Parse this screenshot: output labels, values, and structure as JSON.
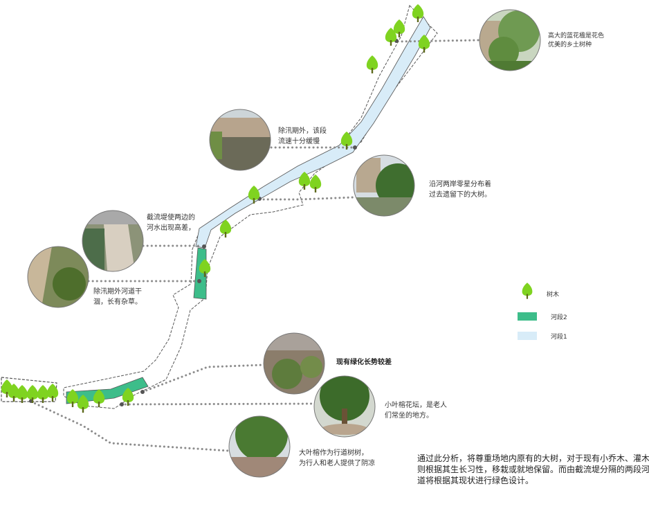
{
  "colors": {
    "river_section_1": "#d8ecf8",
    "river_section_2": "#3dbd8a",
    "tree": "#7fd320",
    "leader_line": "#8c8c8c",
    "boundary": "#555555"
  },
  "icons": {
    "tree": "tree-icon"
  },
  "legend": {
    "tree_label": "树木",
    "section2_label": "河段2",
    "section1_label": "河段1"
  },
  "callouts": {
    "top_right": {
      "line1": "高大的蓝花楹是花色",
      "line2": "优美的乡土树种"
    },
    "slow_flow": {
      "line1": "除汛期外，该段",
      "line2": "流速十分缓慢"
    },
    "old_trees": {
      "line1": "沿河两岸零星分布着",
      "line2": "过去遗留下的大树。"
    },
    "weir": {
      "line1": "截流堤使两边的",
      "line2": "河水出现高差，"
    },
    "dry_bed": {
      "line1": "除汛期外河道干",
      "line2": "涸，长有杂草。"
    },
    "poor_green": {
      "line1": "现有绿化长势较差"
    },
    "banyan_bed": {
      "line1": "小叶榕花坛，是老人",
      "line2": "们常坐的地方。"
    },
    "street_tree": {
      "line1": "大叶榕作为行道树树，",
      "line2": "为行人和老人提供了阴凉"
    }
  },
  "summary": {
    "line1": "通过此分析，将尊重场地内原有的大树，对于现有小乔木、灌木",
    "line2": "则根据其生长习性，移栽或就地保留。而由截流堤分隔的两段河",
    "line3": "道将根据其现状进行绿色设计。"
  }
}
